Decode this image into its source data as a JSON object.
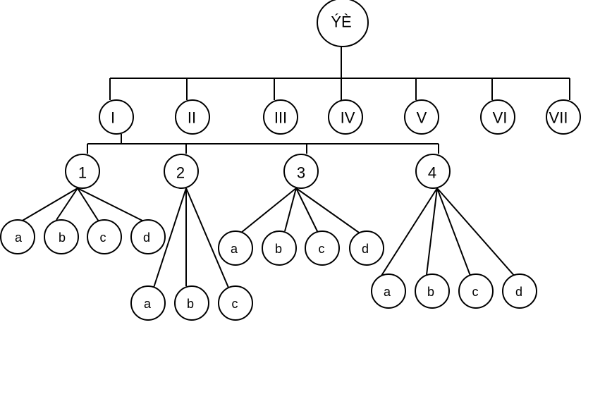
{
  "root": {
    "label": "ÝÈ"
  },
  "level1": [
    {
      "label": "I"
    },
    {
      "label": "II"
    },
    {
      "label": "III"
    },
    {
      "label": "IV"
    },
    {
      "label": "V"
    },
    {
      "label": "VI"
    },
    {
      "label": "VII"
    }
  ],
  "level2": [
    {
      "label": "1",
      "children": [
        "a",
        "b",
        "c",
        "d"
      ]
    },
    {
      "label": "2",
      "children": [
        "a",
        "b",
        "c"
      ]
    },
    {
      "label": "3",
      "children": [
        "a",
        "b",
        "c",
        "d"
      ]
    },
    {
      "label": "4",
      "children": [
        "a",
        "b",
        "c",
        "d"
      ]
    }
  ]
}
